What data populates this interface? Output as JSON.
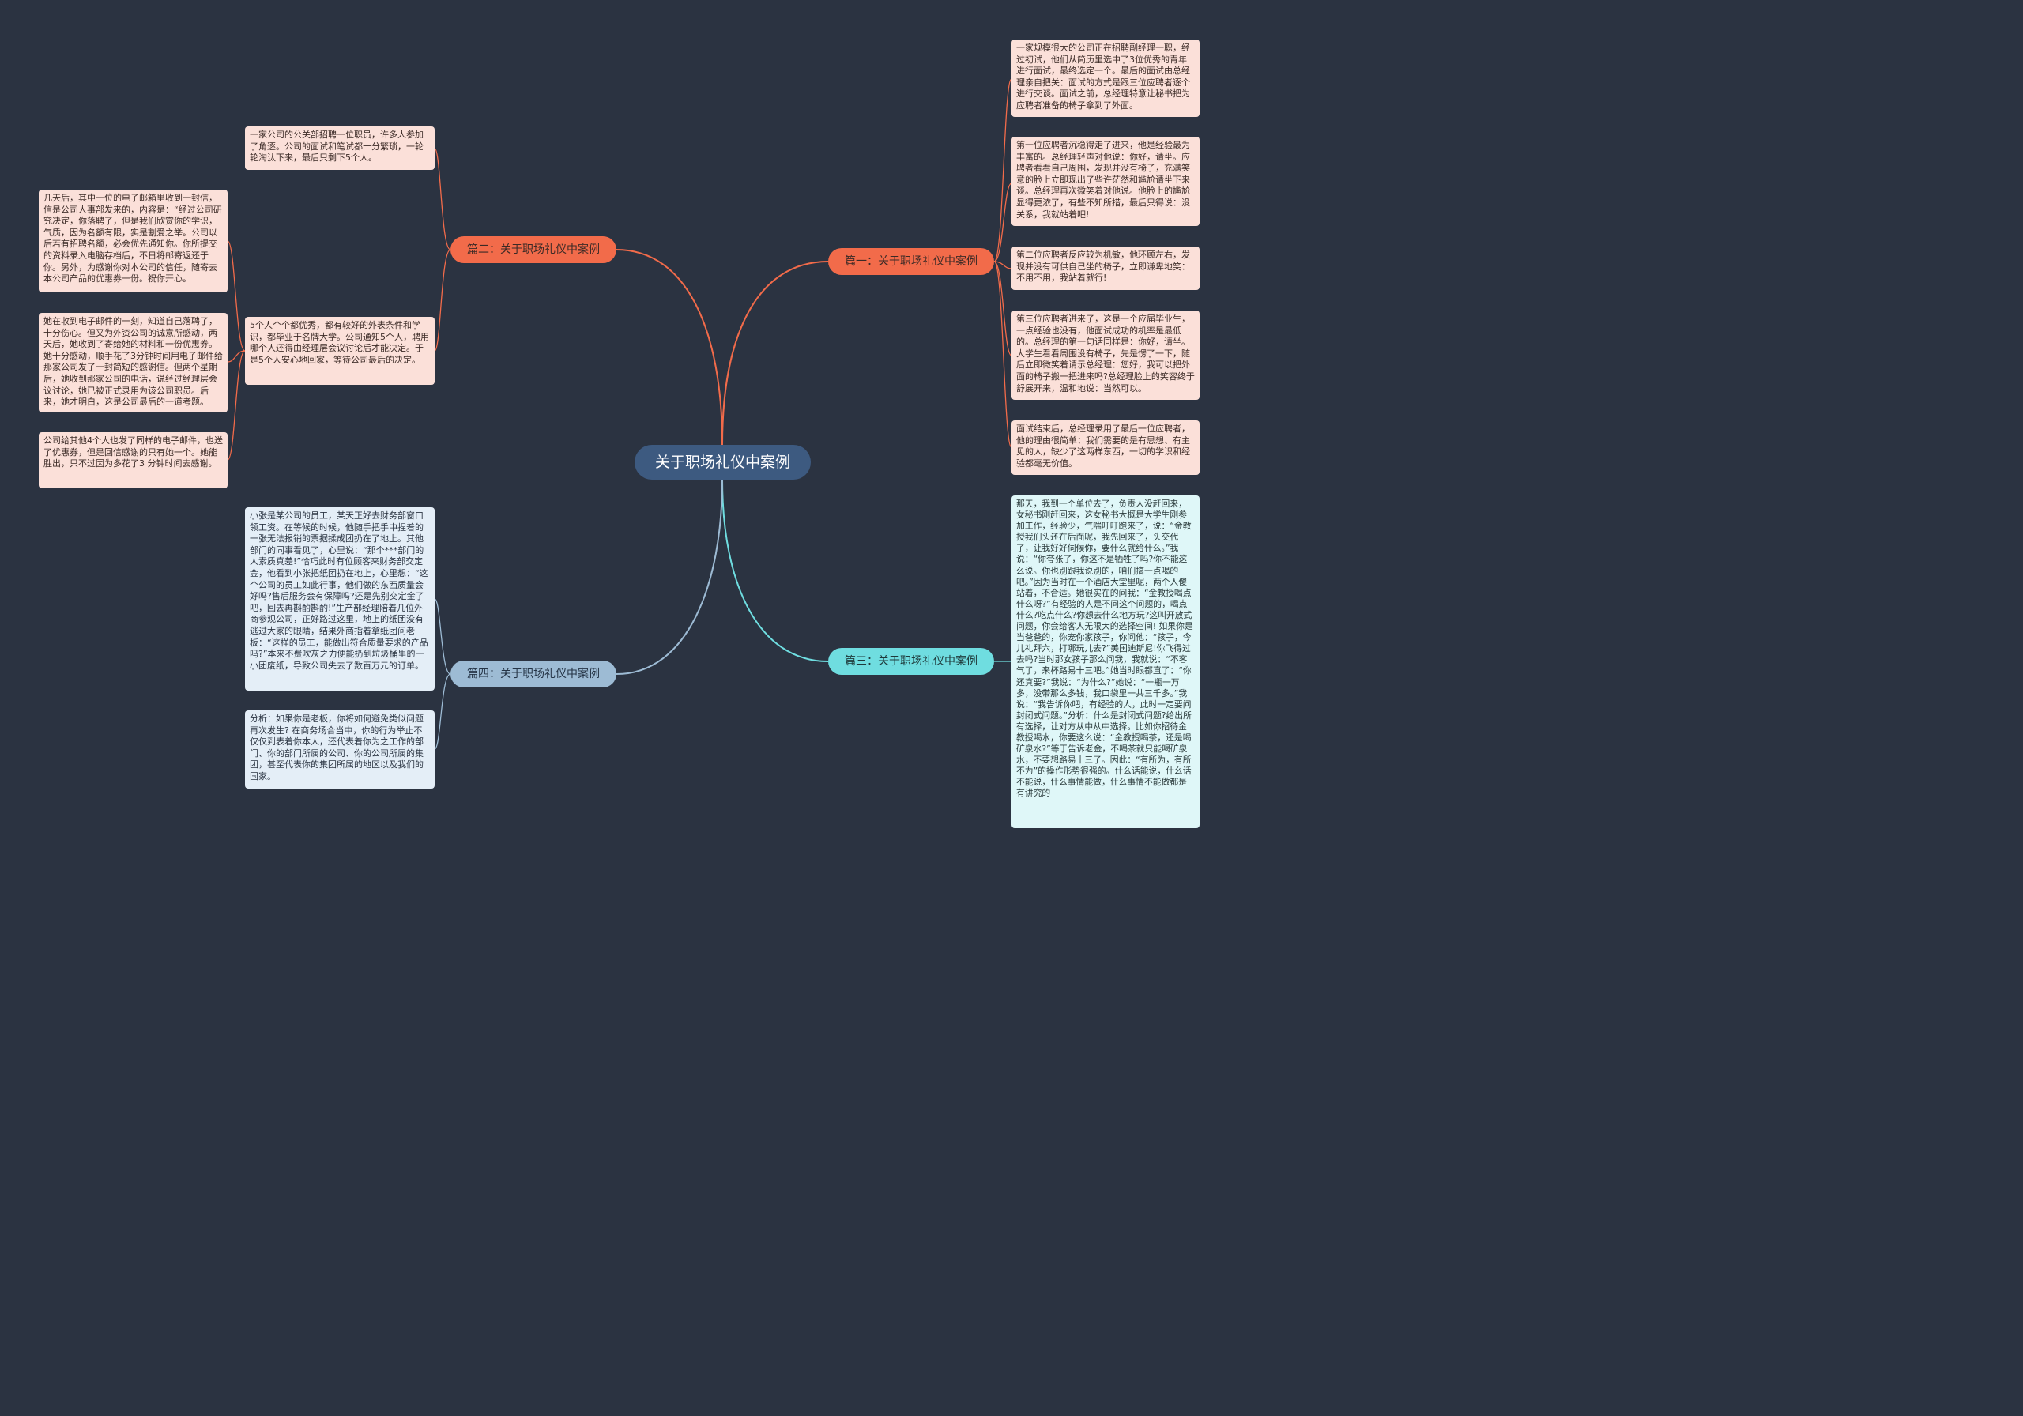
{
  "root": {
    "label": "关于职场礼仪中案例"
  },
  "colors": {
    "background": "#2b3341",
    "root": "#3d5a80",
    "branch_orange": "#f26b4a",
    "branch_cyan": "#6fdde0",
    "branch_blue": "#9dbbd4"
  },
  "branches": [
    {
      "label": "篇一：关于职场礼仪中案例",
      "leaves": [
        "一家规模很大的公司正在招聘副经理一职，经过初试，他们从简历里选中了3位优秀的青年进行面试，最终选定一个。最后的面试由总经理亲自把关：面试的方式是跟三位应聘者逐个进行交谈。面试之前，总经理特意让秘书把为应聘者准备的椅子拿到了外面。",
        "第一位应聘者沉稳得走了进来，他是经验最为丰富的。总经理轻声对他说：你好，请坐。应聘者看看自己周围，发现并没有椅子，充满笑意的脸上立即现出了些许茫然和尴尬请坐下来谈。总经理再次微笑着对他说。他脸上的尴尬显得更浓了，有些不知所措，最后只得说：没关系，我就站着吧!",
        "第二位应聘者反应较为机敏，他环顾左右，发现并没有可供自己坐的椅子，立即谦卑地笑：不用不用，我站着就行!",
        "第三位应聘者进来了，这是一个应届毕业生，一点经验也没有，他面试成功的机率是最低的。总经理的第一句话同样是：你好，请坐。大学生看看周围没有椅子，先是愣了一下，随后立即微笑着请示总经理：您好，我可以把外面的椅子搬一把进来吗?总经理脸上的笑容终于舒展开来，温和地说：当然可以。",
        "面试结束后，总经理录用了最后一位应聘者，他的理由很简单：我们需要的是有思想、有主见的人，缺少了这两样东西，一切的学识和经验都毫无价值。"
      ]
    },
    {
      "label": "篇二：关于职场礼仪中案例",
      "leaves": [
        "一家公司的公关部招聘一位职员，许多人参加了角逐。公司的面试和笔试都十分繁琐，一轮轮淘汰下来，最后只剩下5个人。",
        "5个人个个都优秀，都有较好的外表条件和学识，都毕业于名牌大学。公司通知5个人，聘用哪个人还得由经理层会议讨论后才能决定。于是5个人安心地回家，等待公司最后的决定。"
      ],
      "subleaves": [
        "几天后，其中一位的电子邮箱里收到一封信，信是公司人事部发来的，内容是：“经过公司研究决定，你落聘了，但是我们欣赏你的学识，气质，因为名额有限，实是割爱之举。公司以后若有招聘名额，必会优先通知你。你所提交的资料录入电脑存档后，不日将邮寄返还于你。另外，为感谢你对本公司的信任，随寄去本公司产品的优惠券一份。祝你开心。",
        "她在收到电子邮件的一刻，知道自己落聘了，十分伤心。但又为外资公司的诚意所感动，两天后，她收到了寄给她的材料和一份优惠券。她十分感动，顺手花了3分钟时间用电子邮件给那家公司发了一封简短的感谢信。但两个星期后，她收到那家公司的电话，说经过经理层会议讨论，她已被正式录用为该公司职员。后来，她才明白，这是公司最后的一道考题。",
        "公司给其他4个人也发了同样的电子邮件，也送了优惠券，但是回信感谢的只有她一个。她能胜出，只不过因为多花了3 分钟时间去感谢。"
      ]
    },
    {
      "label": "篇三：关于职场礼仪中案例",
      "leaves": [
        "那天，我到一个单位去了，负责人没赶回来，女秘书刚赶回来，这女秘书大概是大学生刚参加工作，经验少，气喘吁吁跑来了，说：“金教授我们头还在后面呢，我先回来了，头交代了，让我好好伺候你，要什么就给什么。”我说：“你夸张了，你这不是牺牲了吗?你不能这么说。你也别跟我说别的，咱们搞一点喝的吧。”因为当时在一个酒店大堂里呢，两个人傻站着，不合适。她很实在的问我：“金教授喝点什么呀?”有经验的人是不问这个问题的，喝点什么?吃点什么?你想去什么地方玩?这叫开放式问题，你会给客人无限大的选择空间! 如果你是当爸爸的，你宠你家孩子，你问他：“孩子，今儿礼拜六，打哪玩儿去?”美国迪斯尼!你飞得过去吗?当时那女孩子那么问我，我就说：“不客气了，来杯路易十三吧。”她当时眼都直了：“你还真要?”我说：“为什么?”她说：“一瓶一万多，没带那么多钱，我口袋里一共三千多。”我说：“我告诉你吧，有经验的人，此时一定要问封闭式问题。”分析：什么是封闭式问题?给出所有选择，让对方从中从中选择。比如你招待金教授喝水，你要这么说：“金教授喝茶，还是喝矿泉水?”等于告诉老金，不喝茶就只能喝矿泉水，不要想路易十三了。因此：“有所为，有所不为”的操作形势很强的。什么话能说，什么话不能说，什么事情能做，什么事情不能做都是有讲究的"
      ]
    },
    {
      "label": "篇四：关于职场礼仪中案例",
      "leaves": [
        "小张是某公司的员工，某天正好去财务部窗口领工资。在等候的时候，他随手把手中捏着的一张无法报销的票据揉成团扔在了地上。其他部门的同事看见了，心里说：“那个***部门的人素质真差!”恰巧此时有位顾客来财务部交定金，他看到小张把纸团扔在地上，心里想：“这个公司的员工如此行事，他们做的东西质量会好吗?售后服务会有保障吗?还是先别交定金了吧，回去再斟酌斟酌!”生产部经理陪着几位外商参观公司，正好路过这里，地上的纸团没有逃过大家的眼睛，结果外商指着拿纸团问老板：“这样的员工，能做出符合质量要求的产品吗?”本来不费吹灰之力便能扔到垃圾桶里的一小团废纸，导致公司失去了数百万元的订单。",
        "分析：如果你是老板，你将如何避免类似问题再次发生? 在商务场合当中，你的行为举止不仅仅到表着你本人，还代表着你为之工作的部门、你的部门所属的公司、你的公司所属的集团，甚至代表你的集团所属的地区以及我们的国家。"
      ]
    }
  ]
}
